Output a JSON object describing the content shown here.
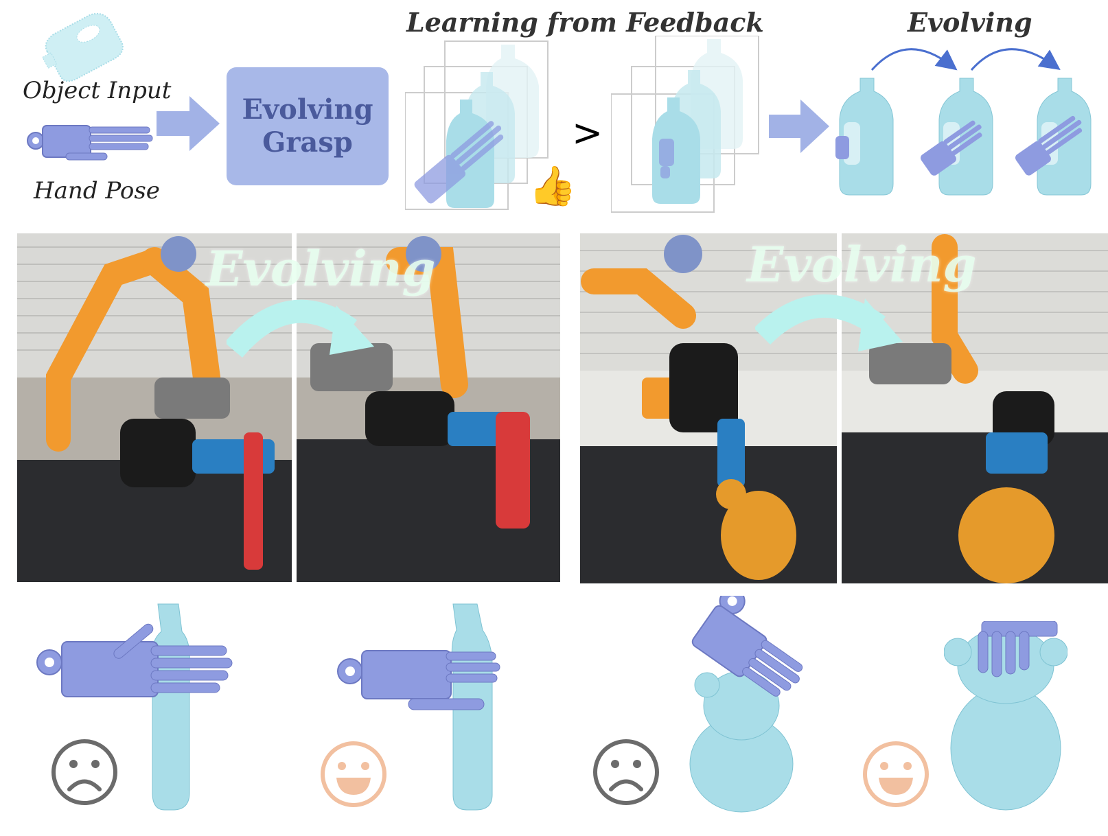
{
  "top": {
    "object_input_label": "Object Input",
    "hand_pose_label": "Hand Pose",
    "box_line1": "Evolving",
    "box_line2": "Grasp",
    "learning_header": "Learning from Feedback",
    "comparison_symbol": ">",
    "evolving_header": "Evolving",
    "thumbs_up": "👍"
  },
  "middle": {
    "overlay_left": "Evolving",
    "overlay_right": "Evolving"
  },
  "colors": {
    "hand": "#8e9be0",
    "object": "#a9dde8",
    "arrow_block": "#a2b2e6",
    "curve_arrow": "#4a6fcf",
    "cyan_arrow": "#b9f2ee",
    "sad_face": "#6b6b6b",
    "happy_face": "#f2c0a0"
  },
  "bottom": {
    "faces": [
      "sad-face-icon",
      "happy-face-icon",
      "sad-face-icon",
      "happy-face-icon"
    ]
  }
}
